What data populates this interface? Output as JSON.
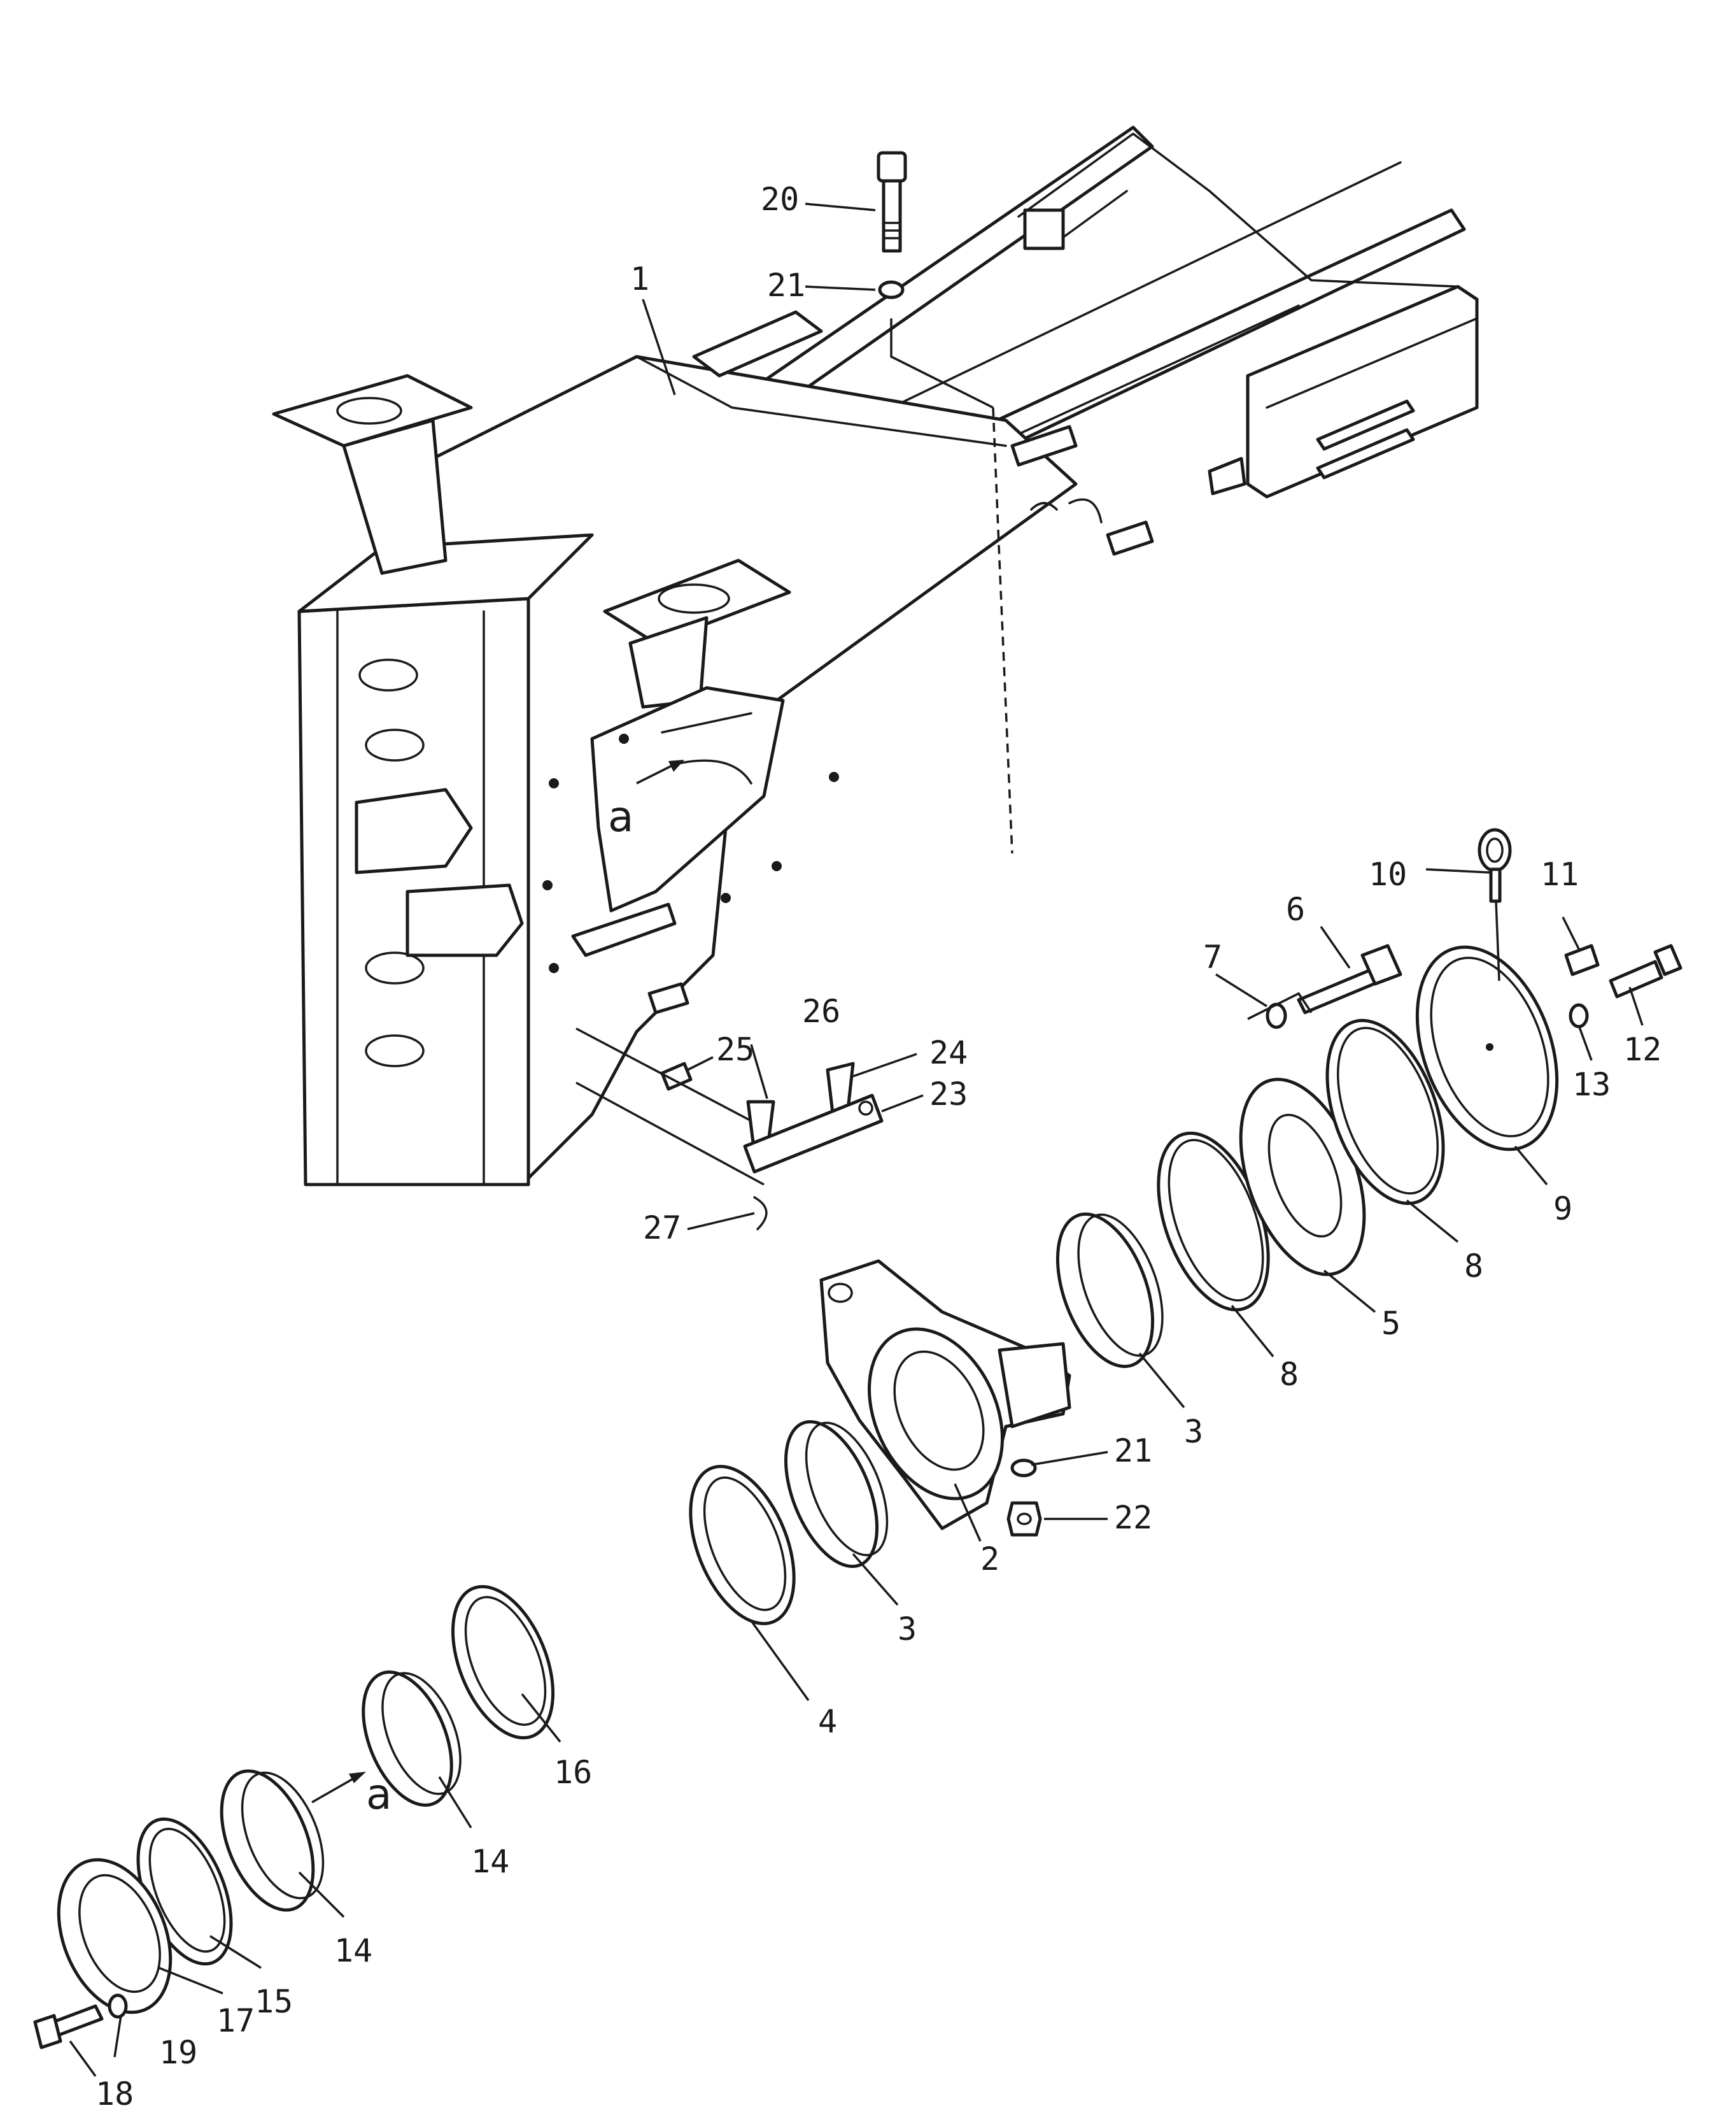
{
  "callouts": [
    {
      "id": "c1",
      "label": "1"
    },
    {
      "id": "c2",
      "label": "2"
    },
    {
      "id": "c3a",
      "label": "3"
    },
    {
      "id": "c3b",
      "label": "3"
    },
    {
      "id": "c4",
      "label": "4"
    },
    {
      "id": "c5",
      "label": "5"
    },
    {
      "id": "c6",
      "label": "6"
    },
    {
      "id": "c7",
      "label": "7"
    },
    {
      "id": "c8a",
      "label": "8"
    },
    {
      "id": "c8b",
      "label": "8"
    },
    {
      "id": "c9",
      "label": "9"
    },
    {
      "id": "c10",
      "label": "10"
    },
    {
      "id": "c11",
      "label": "11"
    },
    {
      "id": "c12",
      "label": "12"
    },
    {
      "id": "c13",
      "label": "13"
    },
    {
      "id": "c14a",
      "label": "14"
    },
    {
      "id": "c14b",
      "label": "14"
    },
    {
      "id": "c15",
      "label": "15"
    },
    {
      "id": "c16",
      "label": "16"
    },
    {
      "id": "c17",
      "label": "17"
    },
    {
      "id": "c18",
      "label": "18"
    },
    {
      "id": "c19",
      "label": "19"
    },
    {
      "id": "c20",
      "label": "20"
    },
    {
      "id": "c21a",
      "label": "21"
    },
    {
      "id": "c21b",
      "label": "21"
    },
    {
      "id": "c22",
      "label": "22"
    },
    {
      "id": "c23",
      "label": "23"
    },
    {
      "id": "c24",
      "label": "24"
    },
    {
      "id": "c25",
      "label": "25"
    },
    {
      "id": "c26",
      "label": "26"
    },
    {
      "id": "c27",
      "label": "27"
    }
  ],
  "reference_marks": [
    {
      "id": "ref-a-frame",
      "label": "a"
    },
    {
      "id": "ref-a-bushing",
      "label": "a"
    }
  ]
}
